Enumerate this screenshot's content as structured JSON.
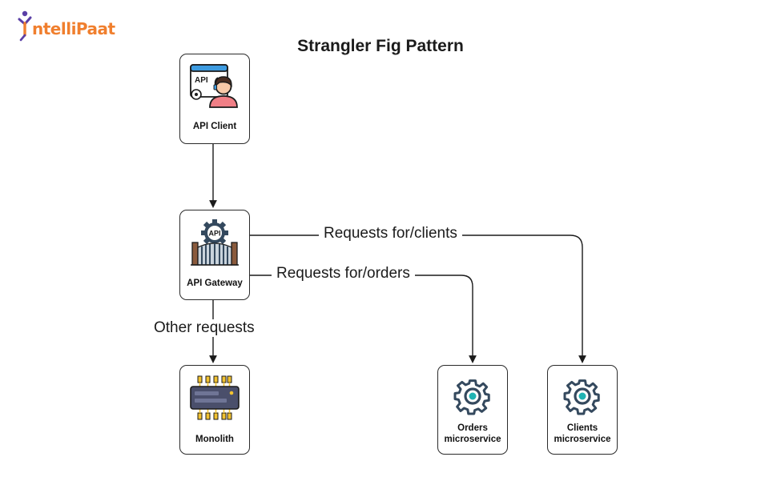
{
  "brand": {
    "logo_text": "ntelliPaat",
    "logo_color": "#f07f2e",
    "accent_color": "#5a3fa6"
  },
  "diagram": {
    "title": "Strangler Fig Pattern",
    "nodes": {
      "api_client": {
        "label": "API Client",
        "icon": "api-user-icon"
      },
      "api_gateway": {
        "label": "API Gateway",
        "icon": "api-gateway-icon"
      },
      "monolith": {
        "label": "Monolith",
        "icon": "chip-icon"
      },
      "orders": {
        "label_line1": "Orders",
        "label_line2": "microservice",
        "icon": "gear-icon"
      },
      "clients": {
        "label_line1": "Clients",
        "label_line2": "microservice",
        "icon": "gear-icon"
      }
    },
    "edges": {
      "client_to_gateway": {
        "from": "API Client",
        "to": "API Gateway",
        "label": ""
      },
      "gateway_to_clients": {
        "from": "API Gateway",
        "to": "Clients microservice",
        "label": "Requests for/clients"
      },
      "gateway_to_orders": {
        "from": "API Gateway",
        "to": "Orders microservice",
        "label": "Requests for/orders"
      },
      "gateway_to_monolith": {
        "from": "API Gateway",
        "to": "Monolith",
        "label": "Other requests"
      }
    },
    "icon_colors": {
      "gear": "#34495e",
      "gear_center": "#1fb3b3",
      "chip_body": "#4a4f6b",
      "chip_pins": "#f2c230",
      "gate": "#8a5a3c",
      "screen": "#3d9be0",
      "person_shirt": "#f07f86"
    }
  }
}
